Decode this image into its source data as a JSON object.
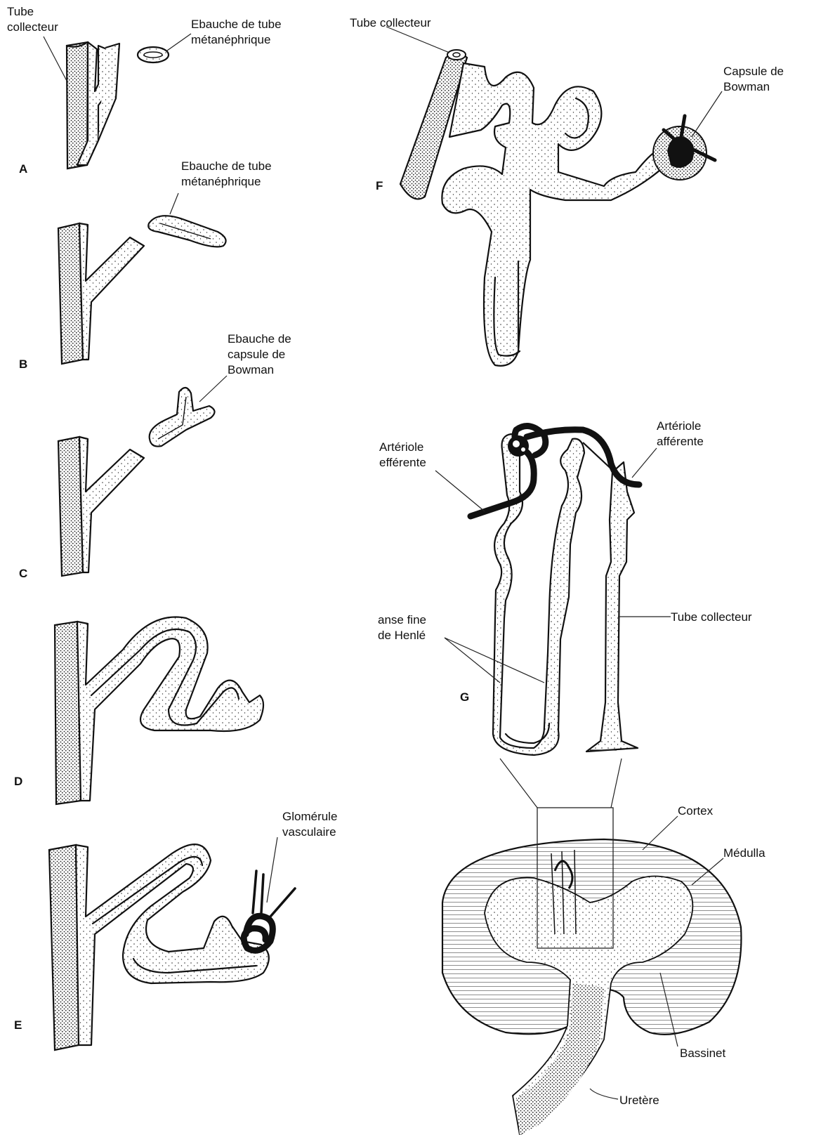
{
  "figure": {
    "panels": {
      "A": {
        "letter": "A",
        "labels": {
          "tube_collecteur": "Tube\ncollecteur",
          "ebauche": "Ebauche de tube\nmétanéphrique"
        }
      },
      "B": {
        "letter": "B",
        "labels": {
          "ebauche": "Ebauche de tube\nmétanéphrique"
        }
      },
      "C": {
        "letter": "C",
        "labels": {
          "ebauche_capsule": "Ebauche de\ncapsule de\nBowman"
        }
      },
      "D": {
        "letter": "D"
      },
      "E": {
        "letter": "E",
        "labels": {
          "glomerule": "Glomérule\nvasculaire"
        }
      },
      "F": {
        "letter": "F",
        "labels": {
          "tube_collecteur": "Tube collecteur",
          "capsule": "Capsule de\nBowman"
        }
      },
      "G": {
        "letter": "G",
        "labels": {
          "arteriole_efferente": "Artériole\nefférente",
          "arteriole_afferente": "Artériole\nafférente",
          "anse_henle": "anse fine\nde Henlé",
          "tube_collecteur": "Tube collecteur"
        }
      },
      "kidney": {
        "labels": {
          "cortex": "Cortex",
          "medulla": "Médulla",
          "bassinet": "Bassinet",
          "uretere": "Uretère"
        }
      }
    }
  }
}
